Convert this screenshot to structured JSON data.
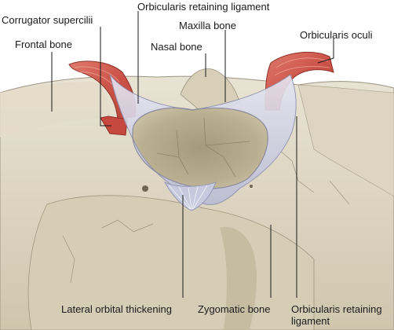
{
  "figure": {
    "labels": {
      "corrugator_supercilii": "Corrugator supercilii",
      "orbicularis_retaining_ligament_top": "Orbicularis retaining ligament",
      "maxilla_bone": "Maxilla bone",
      "orbicularis_oculi": "Orbicularis oculi",
      "frontal_bone": "Frontal bone",
      "nasal_bone": "Nasal bone",
      "lateral_orbital_thickening": "Lateral orbital thickening",
      "zygomatic_bone": "Zygomatic bone",
      "orbicularis_retaining_ligament_bottom": "Orbicularis retaining ligament"
    }
  }
}
